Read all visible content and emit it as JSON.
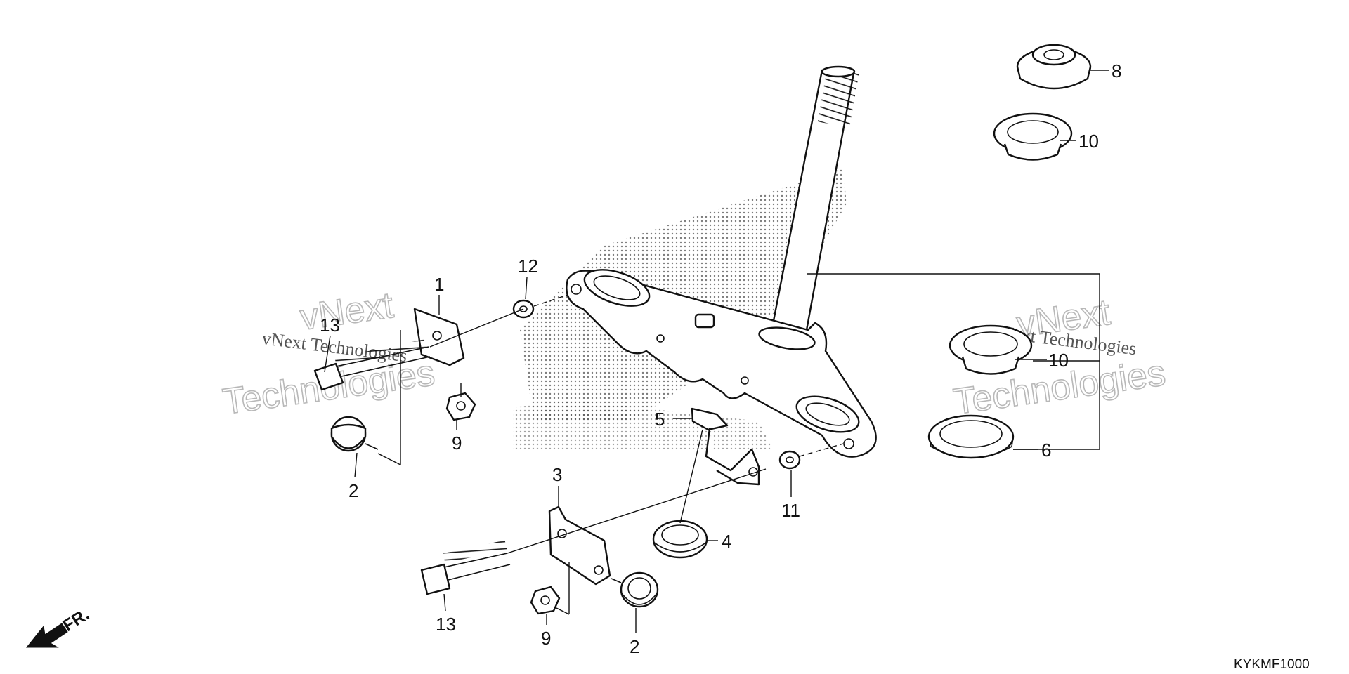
{
  "diagram": {
    "callouts": {
      "c1": "1",
      "c2a": "2",
      "c2b": "2",
      "c3": "3",
      "c4": "4",
      "c5": "5",
      "c6": "6",
      "c8": "8",
      "c9a": "9",
      "c9b": "9",
      "c10a": "10",
      "c10b": "10",
      "c11": "11",
      "c12": "12",
      "c13a": "13",
      "c13b": "13"
    },
    "direction_label": "FR.",
    "diagram_code": "KYKMF1000",
    "watermarks": {
      "left_small": "vNext Technologies",
      "left_big_1": "vNext",
      "left_big_2": "Technologies",
      "right_small": "vNext Technologies",
      "right_big_1": "vNext",
      "right_big_2": "Technologies"
    },
    "colors": {
      "ink": "#111111",
      "background": "#ffffff",
      "watermark": "#b8b8b8"
    }
  }
}
